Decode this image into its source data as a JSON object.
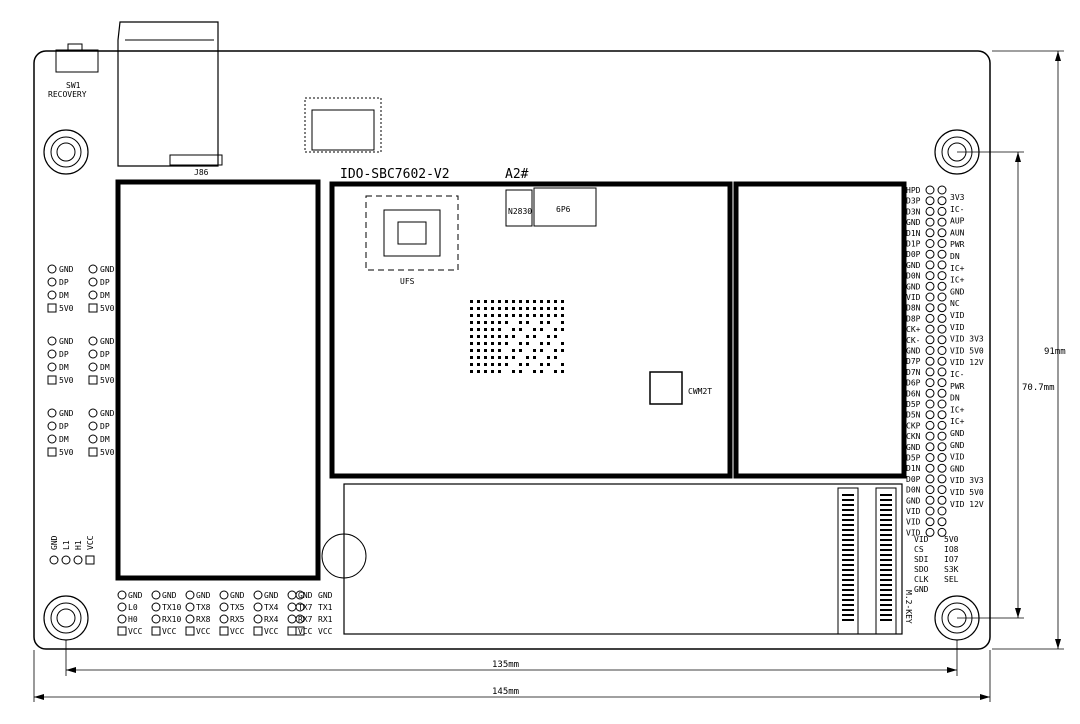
{
  "board": {
    "title": "IDO-SBC7602-V2",
    "revision": "A2#"
  },
  "header_button": {
    "name": "SW1",
    "label": "RECOVERY"
  },
  "sd_slot_label": "J86",
  "chip_labels": {
    "ufs": "UFS",
    "nand": "N2830",
    "codec": "CWM2T",
    "module": "6P6"
  },
  "mpcie_label": "M.2-KEY",
  "dimensions": {
    "width_total": "145mm",
    "width_holes": "135mm",
    "height_total": "91mm",
    "height_holes": "70.7mm"
  },
  "usb_groups": [
    {
      "pins": [
        "GND",
        "DP",
        "DM",
        "5V0"
      ]
    },
    {
      "pins": [
        "GND",
        "DP",
        "DM",
        "5V0"
      ]
    },
    {
      "pins": [
        "GND",
        "DP",
        "DM",
        "5V0"
      ]
    }
  ],
  "can_header": [
    "GND",
    "L1",
    "H1",
    "VCC"
  ],
  "bottom_header": {
    "columns": [
      [
        "GND",
        "L0",
        "H0",
        "VCC"
      ],
      [
        "GND",
        "TX10",
        "RX10",
        "VCC"
      ],
      [
        "GND",
        "TX8",
        "RX8",
        "VCC"
      ],
      [
        "GND",
        "TX5",
        "RX5",
        "VCC"
      ],
      [
        "GND",
        "TX4",
        "RX4",
        "VCC"
      ],
      [
        "GND",
        "TX7",
        "RX7",
        "VCC"
      ]
    ],
    "extra": [
      "GND",
      "TX1",
      "RX1",
      "VCC"
    ]
  },
  "right_header": {
    "left_labels": [
      "HPD",
      "D3P",
      "D3N",
      "GND",
      "D1N",
      "D1P",
      "D0P",
      "GND",
      "D0N",
      "GND",
      "VID",
      "D8N",
      "D8P",
      "CK+",
      "CK-",
      "GND",
      "D7P",
      "D7N",
      "D6P",
      "D6N",
      "D5P",
      "D5N",
      "CKP",
      "CKN",
      "GND",
      "D5P",
      "D1N",
      "D0P",
      "D0N",
      "GND",
      "VID",
      "VID",
      "VID"
    ],
    "right_labels": [
      "3V3",
      "IC-",
      "AUP",
      "AUN",
      "PWR",
      "DN",
      "IC+",
      "IC+",
      "GND",
      "NC",
      "VID",
      "VID",
      "VID 3V3",
      "VID 5V0",
      "VID 12V",
      "IC-",
      "PWR",
      "DN",
      "IC+",
      "IC+",
      "GND",
      "GND",
      "VID",
      "GND",
      "VID 3V3",
      "VID 5V0",
      "VID 12V"
    ],
    "bottom_block": [
      "VID",
      "CS",
      "SDI",
      "SDO",
      "CLK",
      "GND",
      "5V0",
      "IO8",
      "IO7",
      "S3K",
      "SEL"
    ]
  }
}
